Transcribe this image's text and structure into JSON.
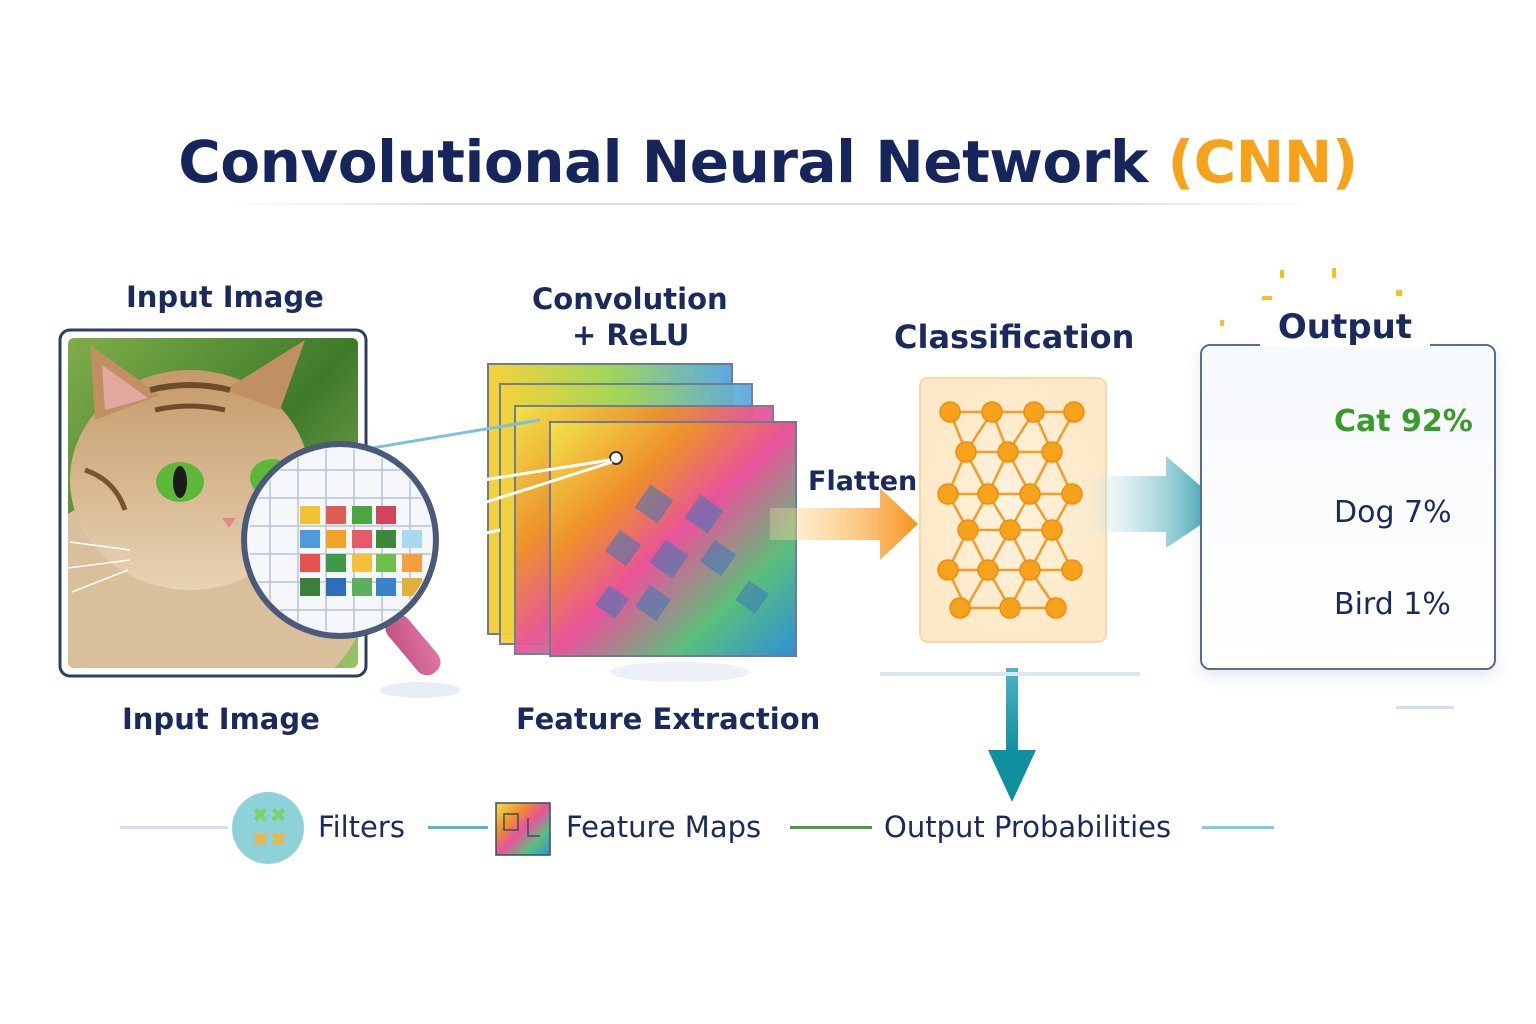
{
  "title": {
    "main": "Convolutional Neural Network",
    "accent": "(CNN)"
  },
  "stages": {
    "input_top": "Input Image",
    "input_bottom": "Input Image",
    "conv_line1": "Convolution",
    "conv_line2": "+ ReLU",
    "feature": "Feature Extraction",
    "flatten": "Flatten",
    "classification": "Classification",
    "output": "Output"
  },
  "outputs": [
    {
      "label": "Cat 92%",
      "icon": "paw-icon",
      "color": "#f39a12",
      "text_color": "#3a9a2a"
    },
    {
      "label": "Dog 7%",
      "icon": "bone-icon",
      "color": "#5cb531",
      "text_color": "#1b2a5c"
    },
    {
      "label": "Bird 1%",
      "icon": "bird-icon",
      "color": "#1f6fc0",
      "text_color": "#1b2a5c"
    }
  ],
  "legend": [
    {
      "label": "Filters",
      "icon": "filters-icon"
    },
    {
      "label": "Feature Maps",
      "icon": "feature-maps-icon"
    },
    {
      "label": "Output Probabilities"
    }
  ],
  "colors": {
    "accent": "#f7a21b",
    "navy": "#16265c",
    "teal": "#1fa6b8",
    "orange": "#f7931e"
  }
}
